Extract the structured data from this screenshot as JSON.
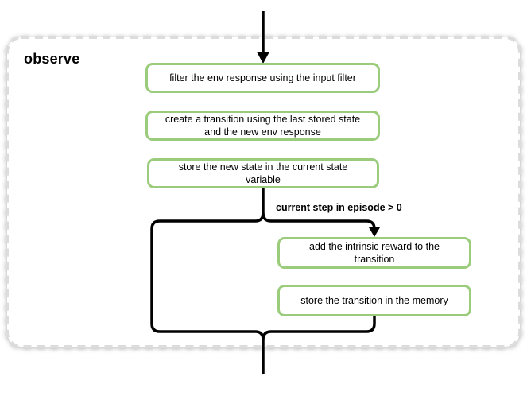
{
  "page": {
    "background": "#ffffff"
  },
  "colors": {
    "container_fill": "#ffffff",
    "container_border": "#dcdcdc",
    "node_border": "#9acc7c",
    "node_fill": "#ffffff",
    "connector": "#000000",
    "text": "#000000"
  },
  "container": {
    "title": "observe"
  },
  "flow": {
    "boxes": [
      {
        "id": "filter-env-response",
        "label": "filter the env response using the input filter"
      },
      {
        "id": "create-transition",
        "label": "create a transition using the last stored state and the new env response"
      },
      {
        "id": "store-new-state",
        "label": "store the new state in the current state variable"
      },
      {
        "id": "add-intrinsic-reward",
        "label": "add the intrinsic reward to the transition"
      },
      {
        "id": "store-transition",
        "label": "store the transition in the memory"
      }
    ],
    "condition_label": "current step in episode > 0"
  }
}
